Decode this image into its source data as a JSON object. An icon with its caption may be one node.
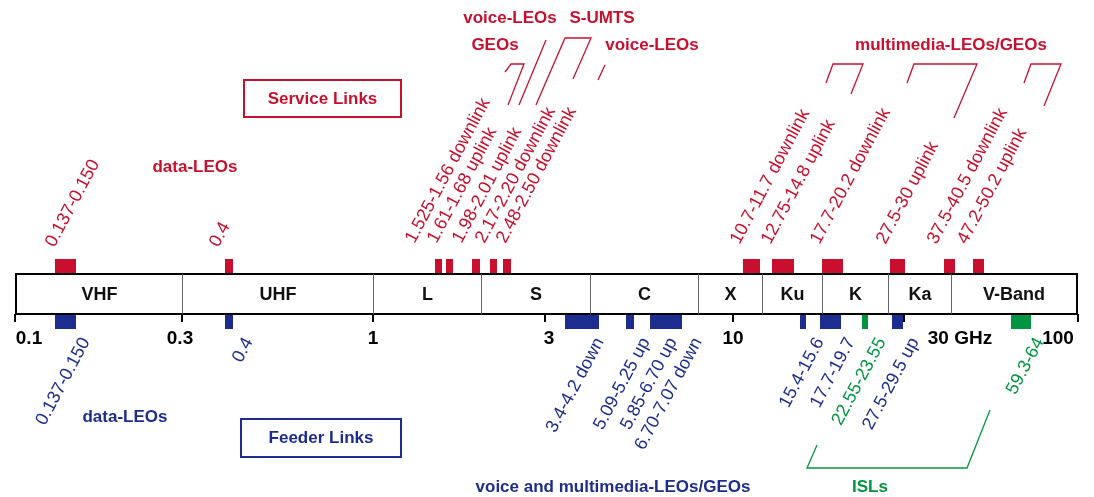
{
  "diagram": {
    "nodes": [
      {
        "text": [
          "Service Links"
        ]
      },
      {
        "text": [
          "VHF"
        ]
      },
      {
        "text": [
          "UHF"
        ]
      },
      {
        "text": [
          "L"
        ]
      },
      {
        "text": [
          "S"
        ]
      },
      {
        "text": [
          "C"
        ]
      },
      {
        "text": [
          "X"
        ]
      },
      {
        "text": [
          "Ku"
        ]
      },
      {
        "text": [
          "K"
        ]
      },
      {
        "text": [
          "Ka"
        ]
      },
      {
        "text": [
          "V-Band"
        ]
      },
      {
        "text": [
          "Feeder Links"
        ]
      }
    ],
    "labels": [
      "voice-LEOs",
      "S-UMTS",
      "GEOs",
      "voice-LEOs",
      "multimedia-LEOs/GEOs",
      "data-LEOs",
      "0.137-0.150",
      "0.4",
      "1.525-1.56 downlink",
      "1.61-1.68 uplink",
      "1.98-2.01 uplink",
      "2.17-2.20 downlink",
      "2.48-2.50 downlink",
      "10.7-11.7 downlink",
      "12.75-14.8 uplink",
      "17.7-20.2 downlink",
      "27.5-30 uplink",
      "37.5-40.5 downlink",
      "47.2-50.2 uplink",
      "0.1",
      "0.3",
      "1",
      "3",
      "10",
      "30 GHz",
      "100",
      "0.137-0.150",
      "0.4",
      "3.4-4.2 down",
      "5.09-5.25 up",
      "5.85-6.70 up",
      "6.70-7.07 down",
      "15.4-15.6",
      "17.7-19.7",
      "22.55-23.55",
      "27.5-29.5 up",
      "59.3-64",
      "data-LEOs",
      "voice and multimedia-LEOs/GEOs",
      "ISLs"
    ]
  }
}
